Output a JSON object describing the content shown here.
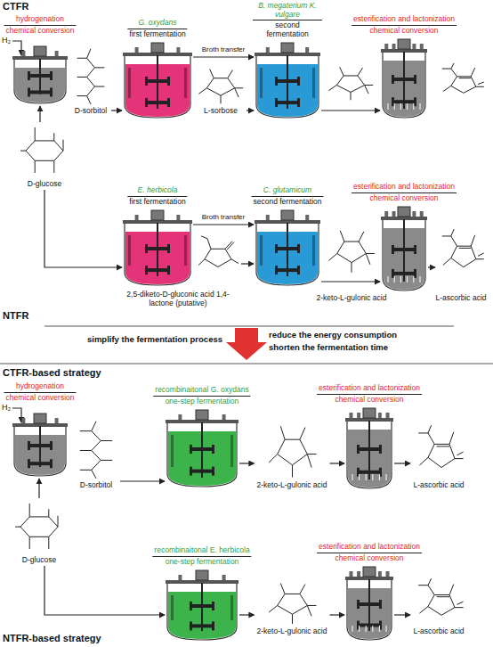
{
  "diagram": {
    "nodes": [
      {
        "text": [
          "hydrogenation",
          "chemical conversion"
        ]
      },
      {
        "text": [
          "D-sorbitol"
        ]
      },
      {
        "text": [
          "G. oxydans",
          "first fermentation"
        ]
      },
      {
        "text": [
          "L-sorbose"
        ]
      },
      {
        "text": [
          "B. megaterium K. vulgare",
          "second fermentation"
        ]
      },
      {
        "text": [
          "esterification and lactonization",
          "chemical conversion"
        ]
      },
      {
        "text": [
          "D-glucose"
        ]
      },
      {
        "text": [
          "E. herbicola",
          "first fermentation"
        ]
      },
      {
        "text": [
          "2,5-diketo-D-gluconic acid 1,4-lactone (putative)"
        ]
      },
      {
        "text": [
          "C. glutamicum",
          "second fermentation"
        ]
      },
      {
        "text": [
          "2-keto-L-gulonic acid"
        ]
      },
      {
        "text": [
          "esterification and lactonization",
          "chemical conversion"
        ]
      },
      {
        "text": [
          "L-ascorbic acid"
        ]
      },
      {
        "text": [
          "hydrogenation",
          "chemical conversion"
        ]
      },
      {
        "text": [
          "D-sorbitol"
        ]
      },
      {
        "text": [
          "recombinaitonal G. oxydans",
          "one-step fermentation"
        ]
      },
      {
        "text": [
          "2-keto-L-gulonic acid"
        ]
      },
      {
        "text": [
          "esterification and lactonization",
          "chemical conversion"
        ]
      },
      {
        "text": [
          "L-ascorbic acid"
        ]
      },
      {
        "text": [
          "D-glucose"
        ]
      },
      {
        "text": [
          "recombinaitonal E. herbicola",
          "one-step fermentation"
        ]
      },
      {
        "text": [
          "2-keto-L-gulonic acid"
        ]
      },
      {
        "text": [
          "esterification and lactonization",
          "chemical conversion"
        ]
      },
      {
        "text": [
          "L-ascorbic acid"
        ]
      }
    ],
    "edges": [
      {
        "from": 6,
        "to": 0,
        "arrow": "to"
      },
      {
        "from": 1,
        "to": 2,
        "arrow": "to"
      },
      {
        "from": 2,
        "to": 4,
        "label": "Broth transfer",
        "arrow": "to"
      },
      {
        "from": 3,
        "to": 4,
        "arrow": "to"
      },
      {
        "from": 4,
        "to": 5,
        "arrow": "to"
      },
      {
        "from": 6,
        "to": 7,
        "arrow": "to"
      },
      {
        "from": 7,
        "to": 9,
        "label": "Broth transfer",
        "arrow": "to"
      },
      {
        "from": 8,
        "to": 9,
        "arrow": "to"
      },
      {
        "from": 9,
        "to": 11,
        "arrow": "to"
      },
      {
        "from": 11,
        "to": 12,
        "arrow": "to"
      },
      {
        "from": 14,
        "to": 15,
        "arrow": "to"
      },
      {
        "from": 15,
        "to": 16,
        "arrow": "to"
      },
      {
        "from": 16,
        "to": 17,
        "arrow": "to"
      },
      {
        "from": 17,
        "to": 18,
        "arrow": "to"
      },
      {
        "from": 19,
        "to": 13,
        "arrow": "to"
      },
      {
        "from": 19,
        "to": 20,
        "arrow": "to"
      },
      {
        "from": 20,
        "to": 21,
        "arrow": "to"
      },
      {
        "from": 21,
        "to": 22,
        "arrow": "to"
      },
      {
        "from": 22,
        "to": 23,
        "arrow": "to"
      }
    ],
    "labels": [
      "CTFR",
      "H₂",
      "NTFR",
      "simplify the fermentation process",
      "reduce the energy consumption",
      "shorten the fermentation time",
      "CTFR-based strategy",
      "H₂",
      "NTFR-based strategy"
    ]
  }
}
